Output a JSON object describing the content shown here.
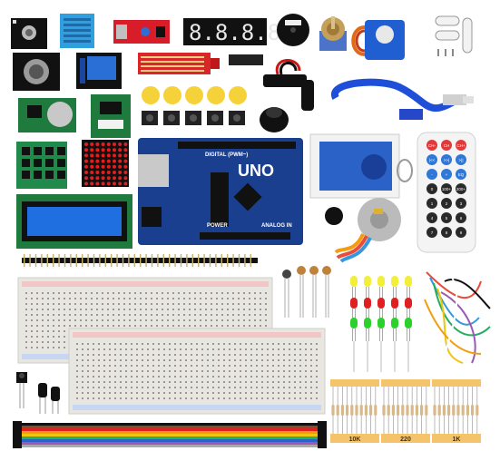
{
  "board": {
    "brand_text": "DIGITAL (PWM~)",
    "model_text": "UNO",
    "power_text": "POWER",
    "analog_text": "ANALOG IN"
  },
  "segment_display": {
    "digits": "8.8.8.8"
  },
  "resistor_strips": [
    {
      "value": "10K"
    },
    {
      "value": "220"
    },
    {
      "value": "1K"
    }
  ],
  "remote": {
    "buttons": [
      "CH-",
      "CH",
      "CH+",
      "|<<",
      ">>|",
      ">||",
      "-",
      "+",
      "EQ",
      "0",
      "100+",
      "200+",
      "1",
      "2",
      "3",
      "4",
      "5",
      "6",
      "7",
      "8",
      "9"
    ]
  },
  "colors": {
    "arduino": "#1b3f8f",
    "breadboard": "#e8e6e0",
    "lcd": "#1f6fe0",
    "pcb_green": "#1f7a3e",
    "keycap_yellow": "#f6d23a",
    "led_red": "#e02020",
    "led_green": "#2bd12b",
    "led_yellow": "#f2ee3a"
  }
}
